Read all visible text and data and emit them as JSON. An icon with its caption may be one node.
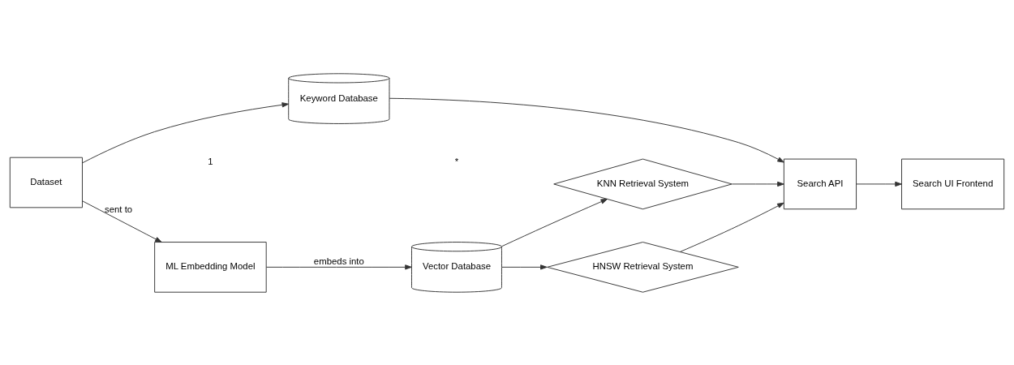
{
  "diagram": {
    "nodes": [
      {
        "text": [
          "Dataset"
        ]
      },
      {
        "text": [
          "Keyword Database"
        ]
      },
      {
        "text": [
          "ML Embedding Model"
        ]
      },
      {
        "text": [
          "Vector Database"
        ]
      },
      {
        "text": [
          "KNN Retrieval System"
        ]
      },
      {
        "text": [
          "HNSW Retrieval System"
        ]
      },
      {
        "text": [
          "Search API"
        ]
      },
      {
        "text": [
          "Search UI Frontend"
        ]
      }
    ],
    "edges": [
      {
        "from": 0,
        "to": 1,
        "arrow": "to"
      },
      {
        "from": 0,
        "to": 2,
        "arrow": "to",
        "label": "sent to"
      },
      {
        "from": 2,
        "to": 3,
        "arrow": "to",
        "label": "embeds into"
      },
      {
        "from": 3,
        "to": 4,
        "arrow": "to"
      },
      {
        "from": 3,
        "to": 5,
        "arrow": "to"
      },
      {
        "from": 4,
        "to": 6,
        "arrow": "to"
      },
      {
        "from": 5,
        "to": 6,
        "arrow": "to"
      },
      {
        "from": 1,
        "to": 6,
        "arrow": "to"
      },
      {
        "from": 6,
        "to": 7,
        "arrow": "to"
      }
    ],
    "labels": [
      "1",
      "*"
    ]
  }
}
